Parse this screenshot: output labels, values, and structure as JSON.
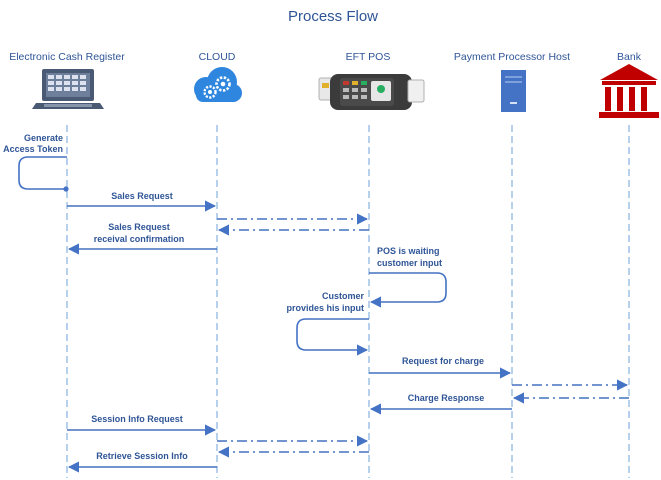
{
  "title": "Process Flow",
  "actors": {
    "ecr": "Electronic Cash Register",
    "cloud": "CLOUD",
    "eftpos": "EFT POS",
    "processor": "Payment Processor Host",
    "bank": "Bank"
  },
  "messages": {
    "generate_token_l1": "Generate",
    "generate_token_l2": "Access Token",
    "sales_request": "Sales Request",
    "sales_confirm_l1": "Sales Request",
    "sales_confirm_l2": "receival confirmation",
    "pos_waiting_l1": "POS is waiting",
    "pos_waiting_l2": "customer input",
    "customer_input_l1": "Customer",
    "customer_input_l2": "provides his input",
    "request_charge": "Request for charge",
    "charge_response": "Charge Response",
    "session_info_request": "Session Info Request",
    "retrieve_session_info": "Retrieve Session Info"
  },
  "colors": {
    "title": "#2f5597",
    "arrow": "#4472c4",
    "lifeline": "#6fa0d8",
    "cloud": "#2e86de",
    "bank": "#c00000",
    "server": "#4472c4",
    "register": "#4a5a75"
  },
  "icons": {
    "ecr": "cash-register-icon",
    "cloud": "cloud-gear-icon",
    "eftpos": "card-terminal-icon",
    "processor": "server-icon",
    "bank": "bank-building-icon"
  }
}
